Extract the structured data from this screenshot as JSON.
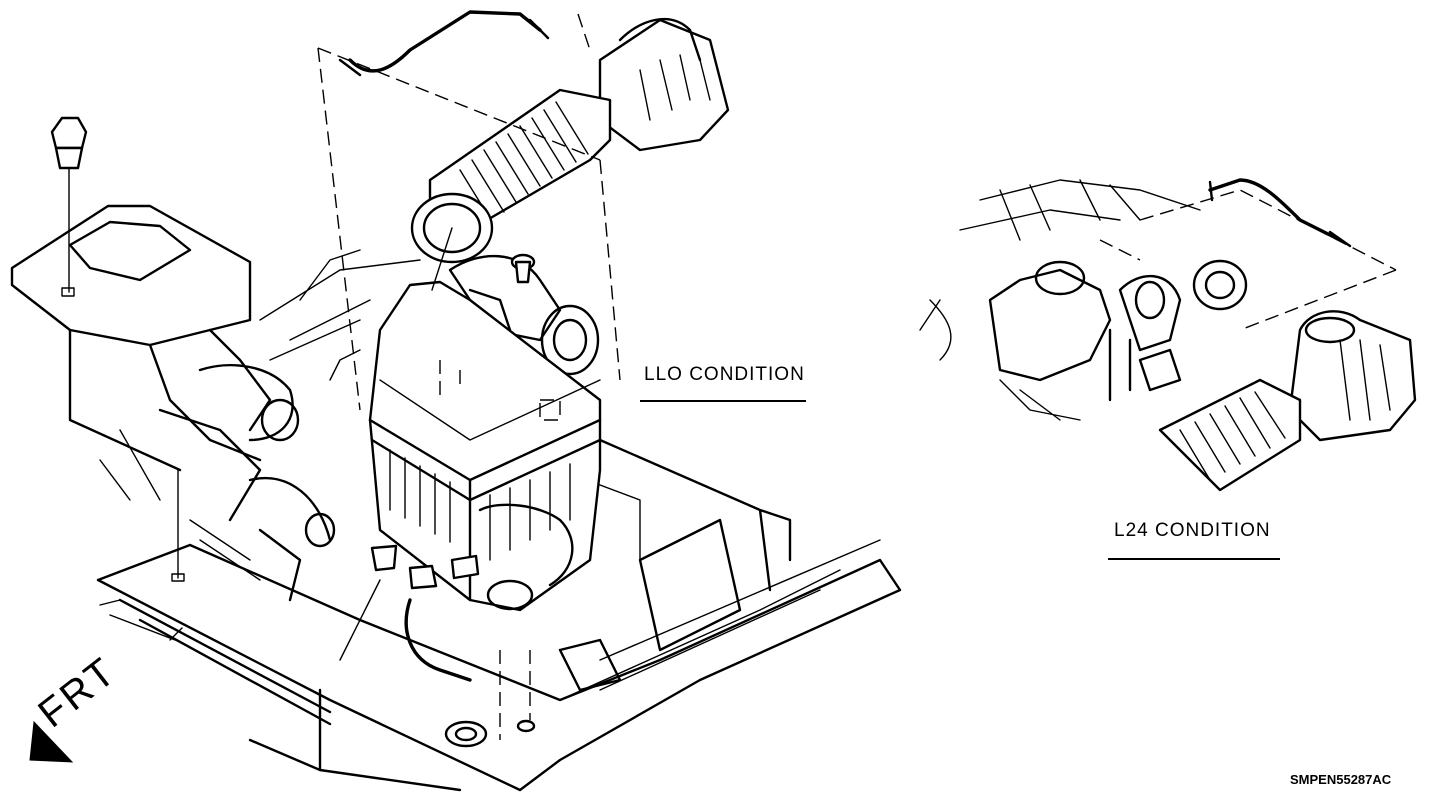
{
  "labels": {
    "llo_condition": "LLO CONDITION",
    "l24_condition": "L24 CONDITION",
    "front_indicator": "FRT",
    "figure_code": "SMPEN55287AC"
  }
}
